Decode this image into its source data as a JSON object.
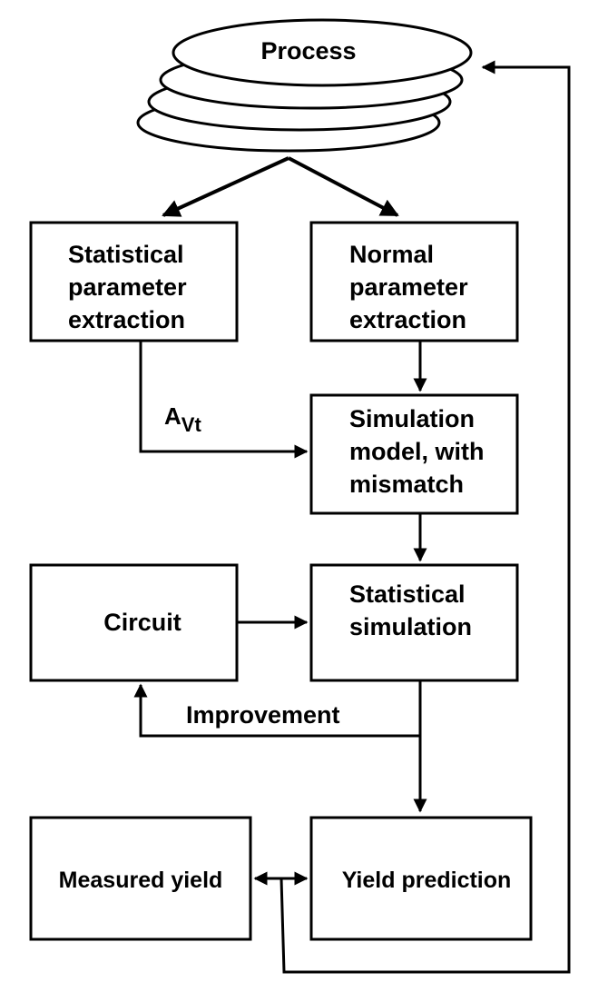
{
  "diagram": {
    "process": {
      "label": "Process"
    },
    "statistical_extraction": {
      "lines": [
        "Statistical",
        "parameter",
        "extraction"
      ]
    },
    "normal_extraction": {
      "lines": [
        "Normal",
        "parameter",
        "extraction"
      ]
    },
    "avt_label": {
      "main": "A",
      "sub": "Vt"
    },
    "simulation_model": {
      "lines": [
        "Simulation",
        "model, with",
        "mismatch"
      ]
    },
    "circuit": {
      "label": "Circuit"
    },
    "statistical_simulation": {
      "lines": [
        "Statistical",
        "simulation"
      ]
    },
    "improvement_label": "Improvement",
    "measured_yield": {
      "label": "Measured yield"
    },
    "yield_prediction": {
      "label": "Yield prediction"
    }
  }
}
